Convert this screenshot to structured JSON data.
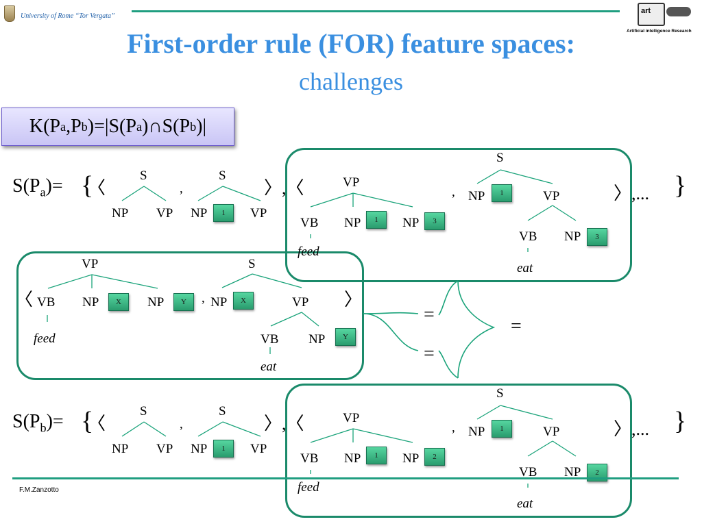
{
  "header": {
    "university": "University of Rome “Tor Vergata”",
    "logo_text": "art",
    "logo_caption": "Artificial intelligence Research"
  },
  "title": {
    "main": "First-order rule (FOR) feature spaces:",
    "sub": "challenges"
  },
  "kernel": {
    "k": "K(P",
    "a": "a",
    "comma": ",P",
    "b": "b",
    "eqs": ")=|S(P",
    "a2": "a",
    "cap": ")∩S(P",
    "b2": "b",
    "end": ")|"
  },
  "sa": {
    "label": "S(P",
    "sub": "a",
    "eq": ")="
  },
  "sb": {
    "label": "S(P",
    "sub": "b",
    "eq": ")="
  },
  "tree_labels": {
    "S": "S",
    "VP": "VP",
    "NP": "NP",
    "VB": "VB",
    "feed": "feed",
    "eat": "eat"
  },
  "vars": {
    "one": "1",
    "two": "2",
    "three": "3",
    "X": "X",
    "Y": "Y"
  },
  "symbols": {
    "lbrace": "{",
    "rbrace": "}",
    "langle": "〈",
    "rangle": "〉",
    "comma": ",",
    "rangle_comma_langle": "〉,〈",
    "rangle_dots": "〉,...",
    "equals": "="
  },
  "footer": {
    "author": "F.M.Zanzotto"
  }
}
